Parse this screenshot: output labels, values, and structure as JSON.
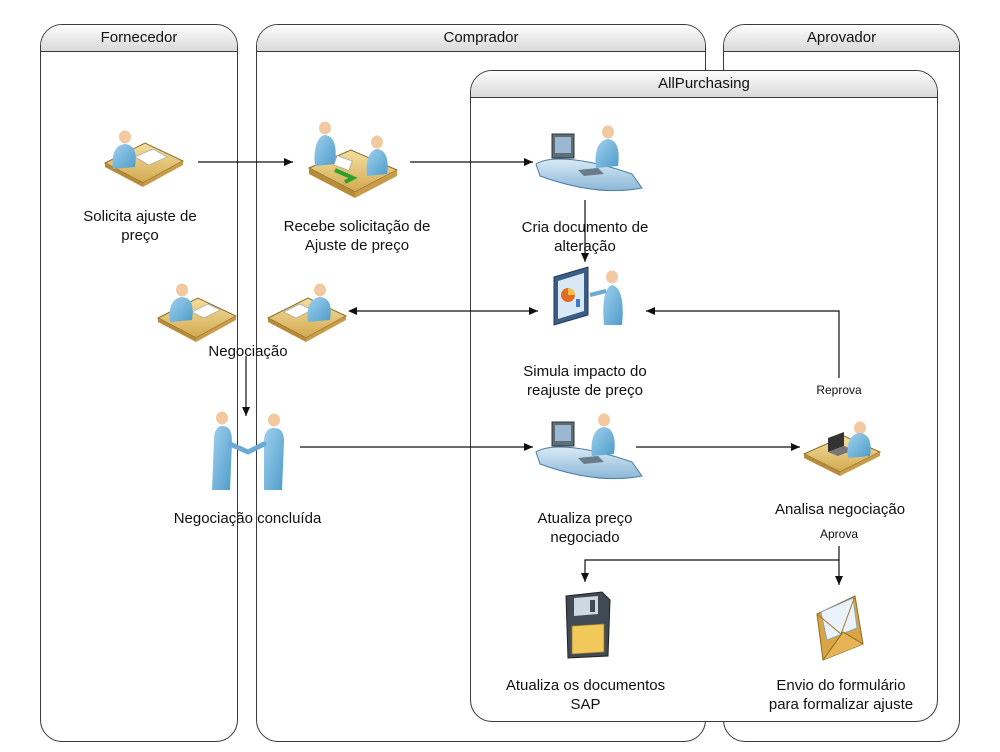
{
  "lanes": {
    "fornecedor": "Fornecedor",
    "comprador": "Comprador",
    "aprovador": "Aprovador",
    "allpurchasing": "AllPurchasing"
  },
  "steps": {
    "solicita": "Solicita ajuste de\npreço",
    "recebe": "Recebe solicitação de\nAjuste de preço",
    "cria": "Cria documento de\nalteração",
    "negociacao": "Negociação",
    "simula": "Simula impacto do\nreajuste de preço",
    "concluida": "Negociação concluída",
    "atualiza_preco": "Atualiza preço\nnegociado",
    "analisa": "Analisa negociação",
    "atualiza_sap": "Atualiza os documentos\nSAP",
    "envio": "Envio do formulário\npara formalizar ajuste"
  },
  "edges": {
    "reprova": "Reprova",
    "aprova": "Aprova"
  },
  "icons": {
    "solicita": "person-at-desk-icon",
    "recebe": "two-people-meeting-icon",
    "cria": "person-at-computer-icon",
    "negociacao_left": "person-at-desk-icon",
    "negociacao_right": "person-at-desk-icon",
    "simula": "person-presenting-chart-icon",
    "concluida": "handshake-icon",
    "atualiza_preco": "person-at-computer-icon",
    "analisa": "person-at-laptop-icon",
    "atualiza_sap": "floppy-disk-icon",
    "envio": "envelope-icon"
  }
}
